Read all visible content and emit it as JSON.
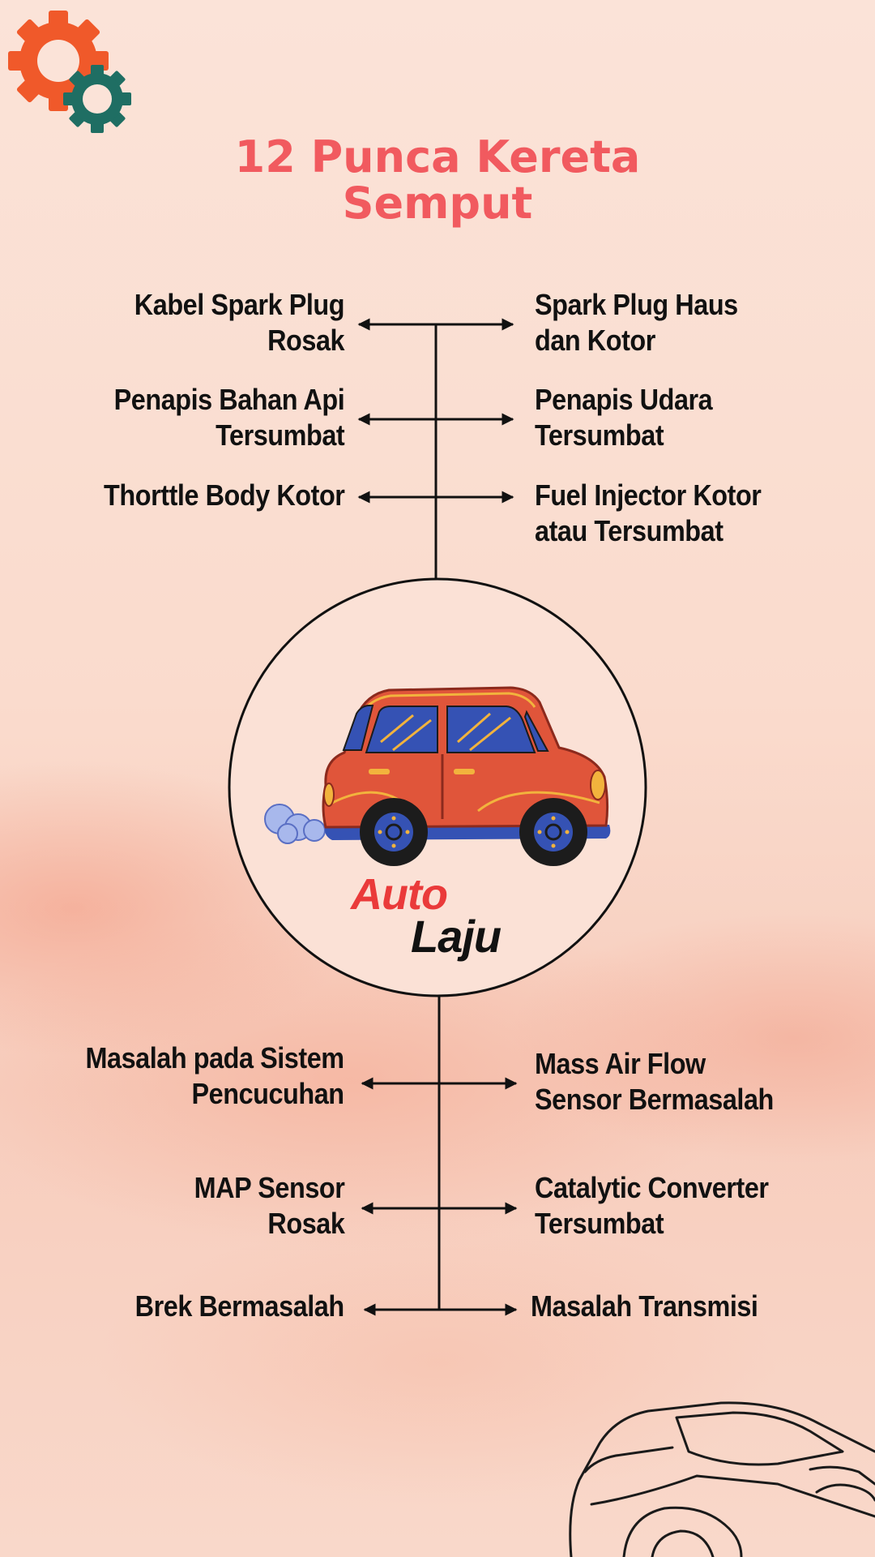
{
  "title": {
    "line1": "12 Punca Kereta",
    "line2": "Semput"
  },
  "causes": {
    "top": [
      {
        "left": [
          "Kabel Spark Plug",
          "Rosak"
        ],
        "right": [
          "Spark Plug Haus",
          "dan Kotor"
        ]
      },
      {
        "left": [
          "Penapis Bahan Api",
          "Tersumbat"
        ],
        "right": [
          "Penapis Udara",
          "Tersumbat"
        ]
      },
      {
        "left": [
          "Thorttle Body Kotor"
        ],
        "right": [
          "Fuel Injector Kotor",
          "atau Tersumbat"
        ]
      }
    ],
    "bottom": [
      {
        "left": [
          "Masalah pada Sistem",
          "Pencucuhan"
        ],
        "right": [
          "Mass Air Flow",
          "Sensor Bermasalah"
        ]
      },
      {
        "left": [
          "MAP Sensor",
          "Rosak"
        ],
        "right": [
          "Catalytic Converter",
          "Tersumbat"
        ]
      },
      {
        "left": [
          "Brek Bermasalah"
        ],
        "right": [
          "Masalah Transmisi"
        ]
      }
    ]
  },
  "brand": {
    "auto": "Auto",
    "laju": "Laju"
  },
  "icons": {
    "top_left": "gears-icon",
    "center": "car-illustration",
    "bottom_right": "car-outline-icon"
  },
  "colors": {
    "title": "#f15a5f",
    "gear_orange": "#f0592a",
    "gear_teal": "#1f6e63",
    "car_body": "#e0553a",
    "car_window": "#3552b4",
    "brand_red": "#ea3a3a",
    "line": "#111111"
  }
}
